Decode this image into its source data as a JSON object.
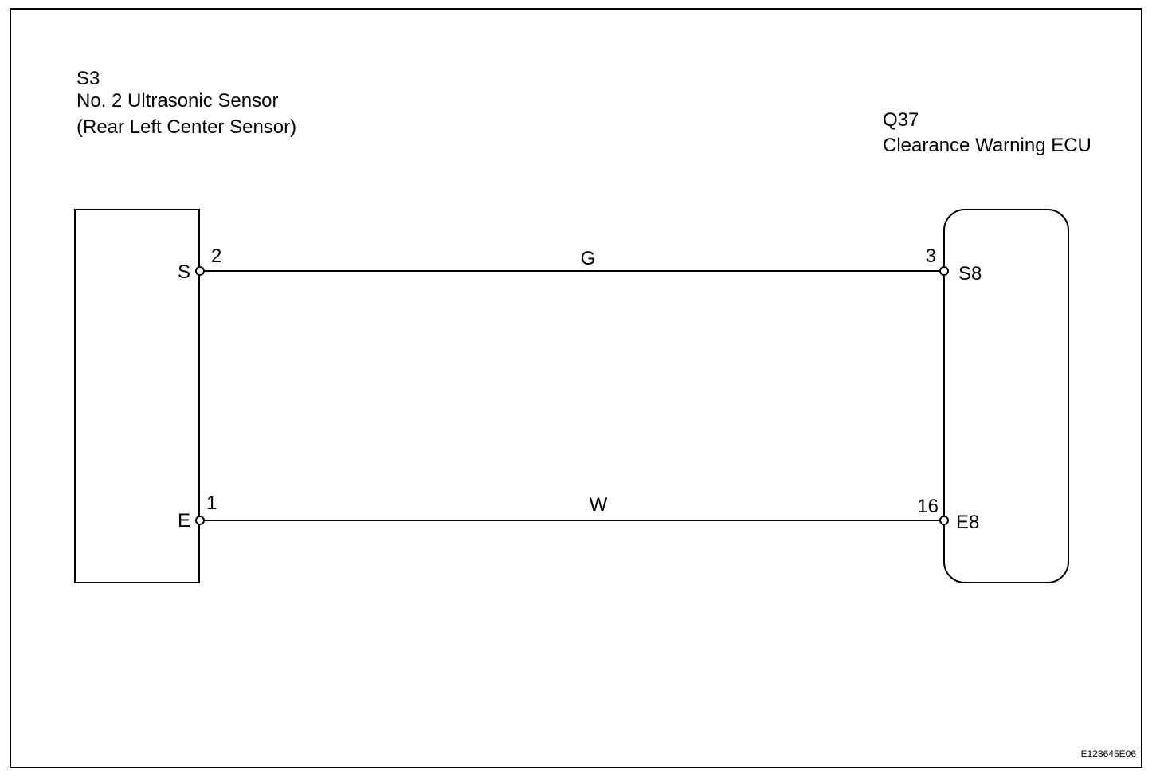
{
  "sensor": {
    "code": "S3",
    "name": "No. 2 Ultrasonic Sensor",
    "location": "(Rear Left Center Sensor)",
    "terminal_signal": "S",
    "terminal_ground": "E",
    "pin_signal": "2",
    "pin_ground": "1"
  },
  "ecu": {
    "code": "Q37",
    "name": "Clearance Warning ECU",
    "terminal_signal": "S8",
    "terminal_ground": "E8",
    "pin_signal": "3",
    "pin_ground": "16"
  },
  "wires": {
    "signal_color": "G",
    "ground_color": "W"
  },
  "figure_id": "E123645E06"
}
